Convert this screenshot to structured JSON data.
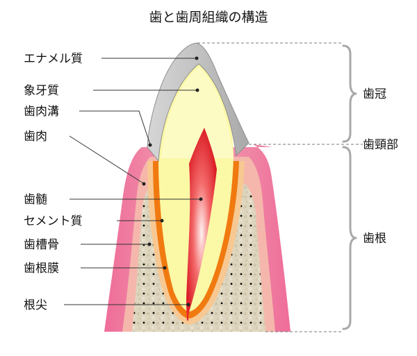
{
  "title": "歯と歯周組織の構造",
  "labels": {
    "enamel": "エナメル質",
    "dentin": "象牙質",
    "sulcus": "歯肉溝",
    "gingiva": "歯肉",
    "pulp": "歯髄",
    "cementum": "セメント質",
    "alveolar_bone": "歯槽骨",
    "pdl": "歯根膜",
    "apex": "根尖"
  },
  "regions": {
    "crown": "歯冠",
    "neck": "歯頸部",
    "root": "歯根"
  },
  "colors": {
    "enamel": "#bdbdbd",
    "dentin": "#f8f59e",
    "pulp": "#e8262e",
    "gingiva": "#ec5c8c",
    "gingiva_inner": "#f5b0a8",
    "cementum": "#f07a10",
    "pdl": "#f8c890",
    "bone": "#dcd3bc",
    "brace": "#a8a8a8"
  }
}
